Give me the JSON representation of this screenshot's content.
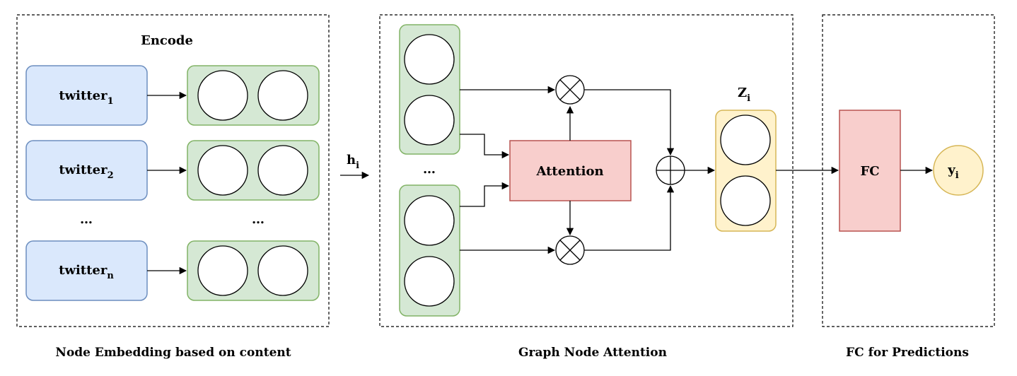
{
  "sections": {
    "embedding": {
      "title": "Encode",
      "caption": "Node Embedding based on content",
      "nodes": [
        {
          "base": "twitter",
          "sub": "1"
        },
        {
          "base": "twitter",
          "sub": "2"
        },
        {
          "base": "twitter",
          "sub": "n"
        }
      ],
      "ellipsis": "…"
    },
    "attention": {
      "caption": "Graph Node Attention",
      "attention_label": "Attention",
      "ellipsis": "…",
      "output": {
        "base": "Z",
        "sub": "i"
      }
    },
    "fc": {
      "caption": "FC for Predictions",
      "fc_label": "FC",
      "prediction": {
        "base": "y",
        "sub": "i"
      }
    }
  },
  "hidden_state": {
    "base": "h",
    "sub": "i"
  },
  "colors": {
    "blue_fill": "#dae8fc",
    "blue_stroke": "#6c8ebf",
    "green_fill": "#d5e8d4",
    "green_stroke": "#82b366",
    "red_fill": "#f8cecc",
    "red_stroke": "#b85450",
    "yellow_fill": "#fff2cc",
    "yellow_stroke": "#d6b656"
  }
}
